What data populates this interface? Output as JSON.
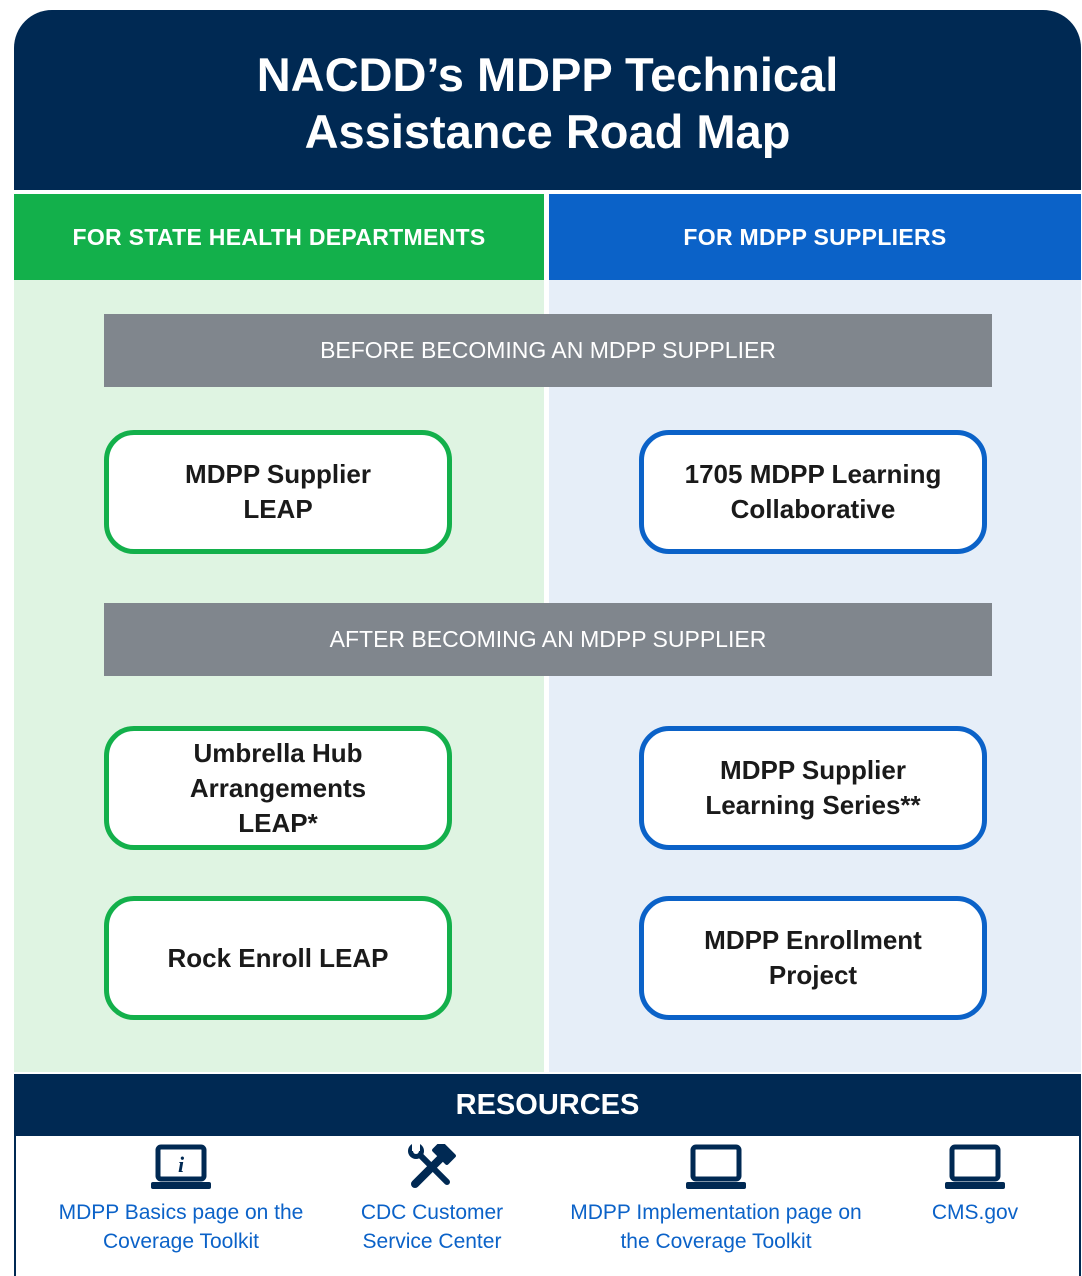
{
  "header": {
    "title": "NACDD’s MDPP Technical Assistance Road Map"
  },
  "columns": {
    "left": "FOR STATE HEALTH DEPARTMENTS",
    "right": "FOR MDPP SUPPLIERS"
  },
  "phases": {
    "before": "BEFORE BECOMING AN MDPP SUPPLIER",
    "after": "AFTER BECOMING AN MDPP SUPPLIER"
  },
  "programs": {
    "supplier_leap": "MDPP Supplier LEAP",
    "learning_collaborative": "1705 MDPP Learning Collaborative",
    "umbrella_hub": "Umbrella Hub Arrangements LEAP*",
    "learning_series": "MDPP Supplier Learning Series**",
    "rock_enroll": "Rock Enroll LEAP",
    "enrollment_project": "MDPP Enrollment Project"
  },
  "resources": {
    "heading": "RESOURCES",
    "items": [
      {
        "label": "MDPP Basics page on the Coverage Toolkit",
        "icon": "laptop-info-icon"
      },
      {
        "label": "CDC Customer Service Center",
        "icon": "tools-icon"
      },
      {
        "label": "MDPP Implementation page on the Coverage Toolkit",
        "icon": "laptop-icon"
      },
      {
        "label": "CMS.gov",
        "icon": "laptop-icon"
      }
    ]
  },
  "colors": {
    "navy": "#002953",
    "green": "#13b04b",
    "blue": "#0b62c8",
    "gray": "#80868d",
    "green_bg": "#dff4e2",
    "blue_bg": "#e6eef8"
  }
}
